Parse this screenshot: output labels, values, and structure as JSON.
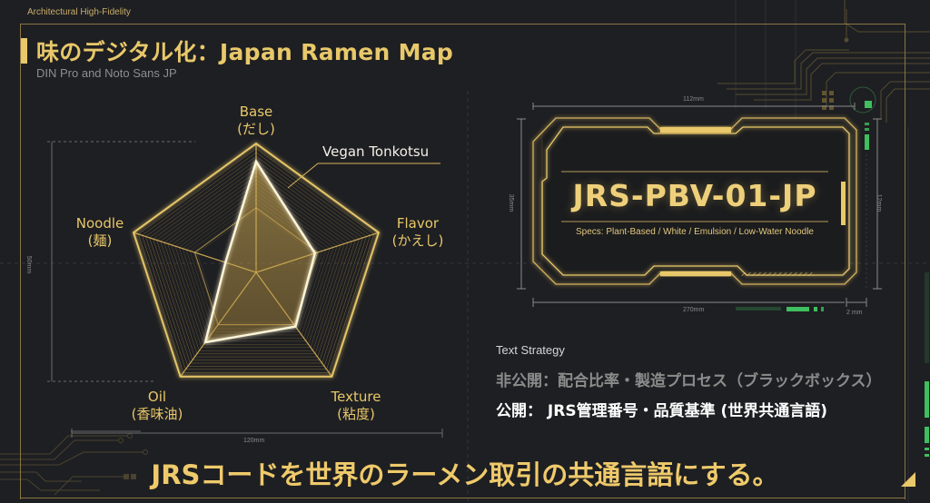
{
  "header": {
    "top_label": "Architectural High-Fidelity",
    "title": "味のデジタル化：Japan Ramen Map",
    "subtitle": "DIN Pro and Noto Sans JP"
  },
  "chart_data": {
    "type": "radar",
    "title": "",
    "axes": [
      {
        "label": "Base",
        "sublabel": "(だし)"
      },
      {
        "label": "Flavor",
        "sublabel": "(かえし)"
      },
      {
        "label": "Texture",
        "sublabel": "(粘度)"
      },
      {
        "label": "Oil",
        "sublabel": "(香味油)"
      },
      {
        "label": "Noodle",
        "sublabel": "(麺)"
      }
    ],
    "range": [
      0,
      1
    ],
    "series": [
      {
        "name": "Vegan Tonkotsu",
        "values": [
          0.86,
          0.48,
          0.52,
          0.67,
          0.25
        ]
      }
    ],
    "dimensions": {
      "height": "50mm",
      "width": "120mm"
    }
  },
  "radar": {
    "series_label": "Vegan Tonkotsu",
    "axis_base": "Base",
    "axis_base_sub": "(だし)",
    "axis_flavor": "Flavor",
    "axis_flavor_sub": "(かえし)",
    "axis_texture": "Texture",
    "axis_texture_sub": "(粘度)",
    "axis_oil": "Oil",
    "axis_oil_sub": "(香味油)",
    "axis_noodle": "Noodle",
    "axis_noodle_sub": "(麺)",
    "dim_height": "50mm",
    "dim_width": "120mm"
  },
  "code_card": {
    "code": "JRS-PBV-01-JP",
    "specs": "Specs: Plant-Based / White / Emulsion / Low-Water Noodle",
    "dim_top": "112mm",
    "dim_left": "35mm",
    "dim_right": "12mm",
    "dim_bottom": "270mm",
    "dim_bottom_small": "2 mm"
  },
  "strategy": {
    "heading": "Text Strategy",
    "private": "非公開：配合比率・製造プロセス（ブラックボックス）",
    "public": "公開：  JRS管理番号・品質基準 (世界共通言語)"
  },
  "tagline": "JRSコードを世界のラーメン取引の共通言語にする。",
  "colors": {
    "background": "#1e1f22",
    "accent_gold": "#e8c86a",
    "frame": "#8a7645",
    "status_green": "#3fbf5f",
    "muted_text": "#8c8c8c"
  }
}
